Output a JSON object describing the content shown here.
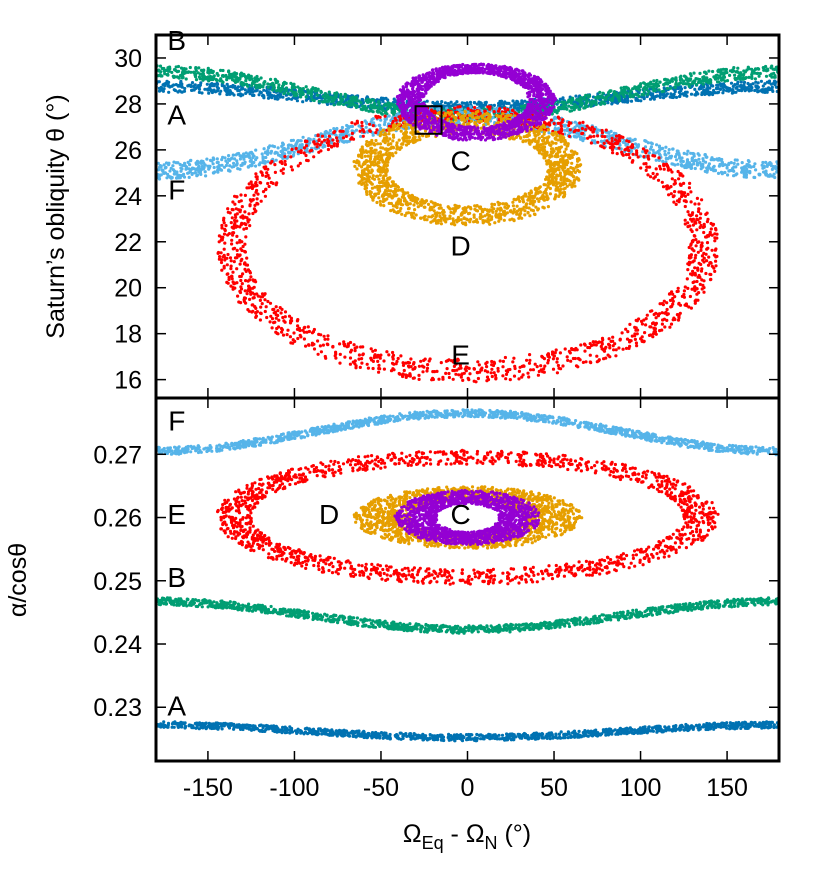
{
  "chart_data": [
    {
      "type": "scatter",
      "panel": "top",
      "ylabel": "Saturn’s obliquity θ (°)",
      "xlim": [
        -180,
        180
      ],
      "ylim": [
        15.2,
        31
      ],
      "xticks": [
        -150,
        -100,
        -50,
        0,
        50,
        100,
        150
      ],
      "yticks": [
        16,
        18,
        20,
        22,
        24,
        26,
        28,
        30
      ],
      "series": [
        {
          "key": "A",
          "kind": "band",
          "color": "#0072b2",
          "center": 28.3,
          "amp": -0.45,
          "thickness": 0.25
        },
        {
          "key": "B",
          "kind": "band",
          "color": "#009e73",
          "center": 28.45,
          "amp": -0.95,
          "thickness": 0.28
        },
        {
          "key": "F",
          "kind": "band",
          "color": "#56b4e9",
          "center": 26.3,
          "amp": 1.2,
          "thickness": 0.38
        },
        {
          "key": "E",
          "kind": "ring",
          "color": "#ff0000",
          "cx": 0,
          "cy": 21.7,
          "rx_out": 145,
          "rx_in": 128,
          "top_out": 27.9,
          "top_in": 27.2,
          "bot_out": 15.9,
          "bot_in": 16.9
        },
        {
          "key": "D",
          "kind": "ring",
          "color": "#e69f00",
          "cx": 0,
          "cy": 25.2,
          "rx_out": 66,
          "rx_in": 46,
          "top_out": 27.7,
          "top_in": 26.7,
          "bot_out": 22.7,
          "bot_in": 23.6
        },
        {
          "key": "C",
          "kind": "ring",
          "color": "#9400d3",
          "cx": 5,
          "cy": 28.15,
          "rx_out": 46,
          "rx_in": 30,
          "top_out": 29.75,
          "top_in": 29.35,
          "bot_out": 26.4,
          "bot_in": 27.0
        }
      ],
      "annotations": [
        {
          "text": "B",
          "x": -168,
          "y": 30.35
        },
        {
          "text": "A",
          "x": -168,
          "y": 27.1
        },
        {
          "text": "F",
          "x": -168,
          "y": 23.85
        },
        {
          "text": "C",
          "x": -4,
          "y": 25.1
        },
        {
          "text": "D",
          "x": -4,
          "y": 21.4
        },
        {
          "text": "E",
          "x": -4,
          "y": 16.65
        }
      ],
      "marker_box": {
        "x": [
          -30,
          -15
        ],
        "y": [
          26.7,
          27.9
        ]
      }
    },
    {
      "type": "scatter",
      "panel": "bottom",
      "xlabel": "Ω",
      "xlabel_sub1": "Eq",
      "xlabel_mid": " - Ω",
      "xlabel_sub2": "N",
      "xlabel_tail": " (°)",
      "ylabel": "α/cosθ",
      "xlim": [
        -180,
        180
      ],
      "ylim": [
        0.2215,
        0.2789
      ],
      "xticks": [
        -150,
        -100,
        -50,
        0,
        50,
        100,
        150
      ],
      "yticks": [
        0.23,
        0.24,
        0.25,
        0.26,
        0.27
      ],
      "series": [
        {
          "key": "F",
          "kind": "band",
          "color": "#56b4e9",
          "center": 0.2735,
          "amp": 0.003,
          "thickness": 0.0006
        },
        {
          "key": "B",
          "kind": "band",
          "color": "#009e73",
          "center": 0.2445,
          "amp": -0.0022,
          "thickness": 0.0006
        },
        {
          "key": "A",
          "kind": "band",
          "color": "#0072b2",
          "center": 0.2262,
          "amp": -0.001,
          "thickness": 0.0005
        },
        {
          "key": "E",
          "kind": "ring",
          "color": "#ff0000",
          "cx": 0,
          "cy": 0.2601,
          "rx_out": 145,
          "rx_in": 125,
          "top_out": 0.2707,
          "top_in": 0.2684,
          "bot_out": 0.2494,
          "bot_in": 0.2518
        },
        {
          "key": "D",
          "kind": "ring",
          "color": "#e69f00",
          "cx": 0,
          "cy": 0.26,
          "rx_out": 66,
          "rx_in": 33,
          "top_out": 0.2649,
          "top_in": 0.2627,
          "bot_out": 0.2551,
          "bot_in": 0.2573
        },
        {
          "key": "C",
          "kind": "ring",
          "color": "#9400d3",
          "cx": 0,
          "cy": 0.26,
          "rx_out": 42,
          "rx_in": 18,
          "top_out": 0.2643,
          "top_in": 0.2622,
          "bot_out": 0.2557,
          "bot_in": 0.2577
        }
      ],
      "annotations": [
        {
          "text": "F",
          "x": -168,
          "y": 0.2738
        },
        {
          "text": "E",
          "x": -168,
          "y": 0.259
        },
        {
          "text": "B",
          "x": -168,
          "y": 0.249
        },
        {
          "text": "A",
          "x": -168,
          "y": 0.2287
        },
        {
          "text": "D",
          "x": -80,
          "y": 0.259
        },
        {
          "text": "C",
          "x": -4,
          "y": 0.259
        }
      ]
    }
  ]
}
